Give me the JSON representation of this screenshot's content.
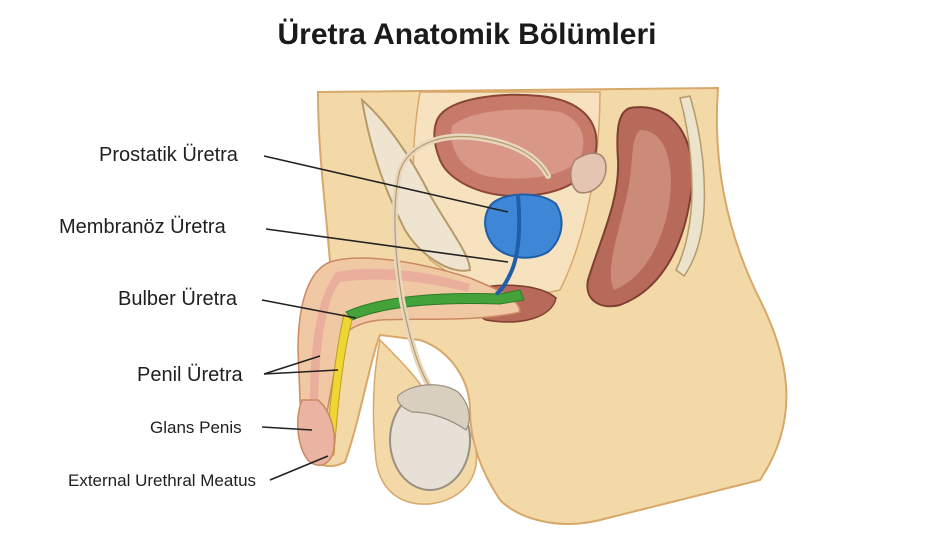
{
  "title": "Üretra Anatomik Bölümleri",
  "labels": {
    "prostatik": "Prostatik Üretra",
    "membranoz": "Membranöz Üretra",
    "bulber": "Bulber Üretra",
    "penil": "Penil Üretra",
    "glans": "Glans Penis",
    "meatus": "External Urethral Meatus"
  },
  "colors": {
    "skin": "#f4d9a8",
    "skin_edge": "#d8a86a",
    "muscle": "#b86a5a",
    "bladder": "#c77a6a",
    "prostate": "#3e86d6",
    "bulbar": "#43a33a",
    "penile": "#f0d635",
    "testis": "#e6e0d6",
    "vas": "#e8d7bf"
  }
}
